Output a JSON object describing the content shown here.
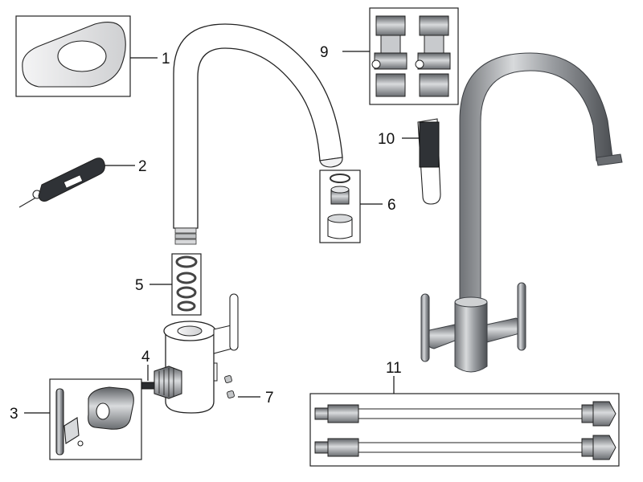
{
  "diagram": {
    "callouts": [
      "1",
      "2",
      "3",
      "4",
      "5",
      "6",
      "7",
      "9",
      "10",
      "11"
    ],
    "colors": {
      "line": "#222222",
      "steel_light": "#e6e7e9",
      "steel_mid": "#a9abae",
      "steel_dark": "#55585c",
      "chrome": "#c9cbce"
    }
  }
}
